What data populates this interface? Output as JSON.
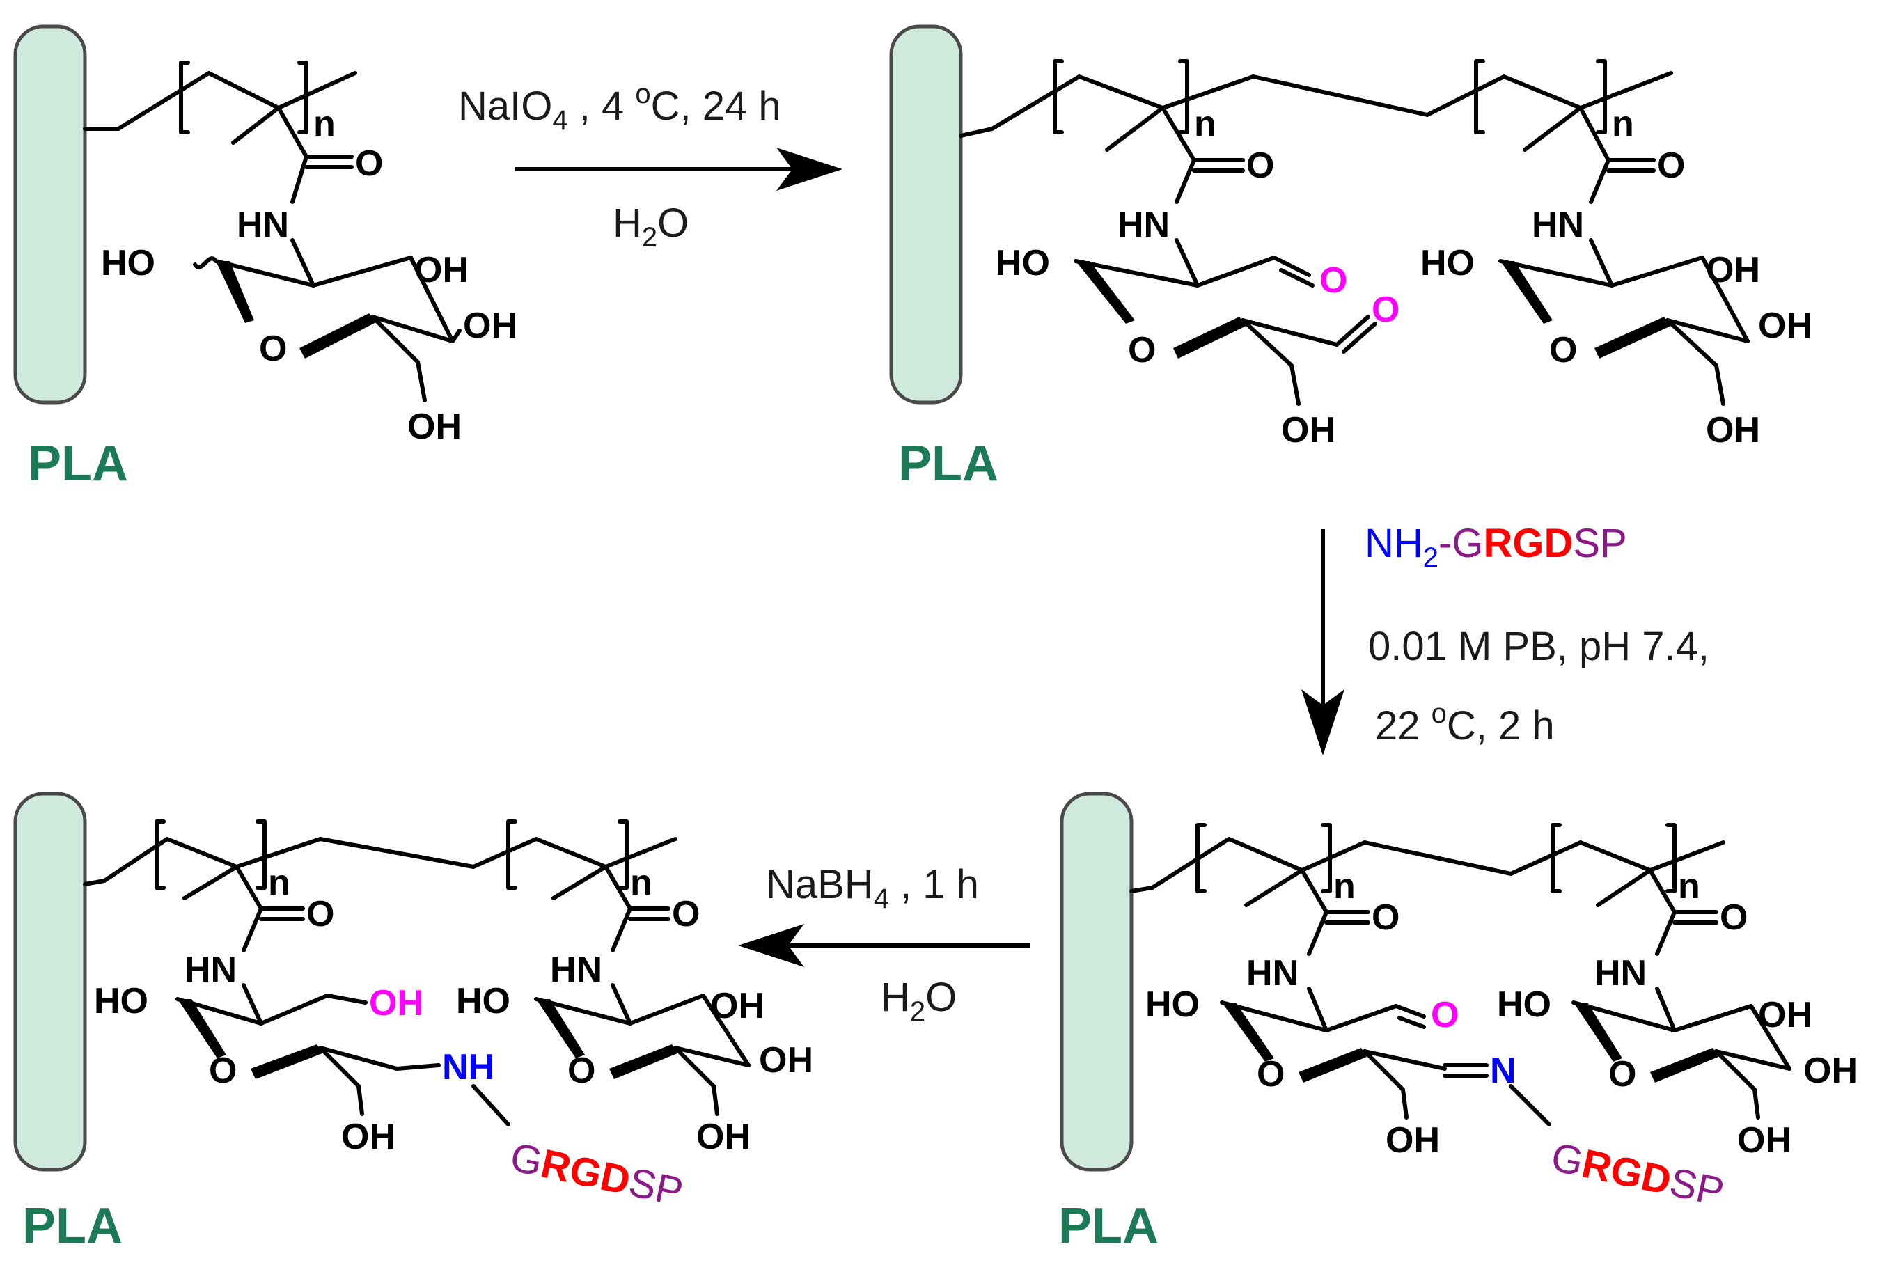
{
  "colors": {
    "support_fill": "#cfe9dc",
    "support_stroke": "#4a4a4a",
    "pla": "#1d7a57",
    "aldehyde": "#ff00ff",
    "amine": "#0000ff",
    "peptide_g_sp": "#8b1a89",
    "peptide_rgd": "#ff0000"
  },
  "labels": {
    "support": "PLA",
    "repeat": "n",
    "HO": "HO",
    "OH": "OH",
    "HN": "HN",
    "O": "O",
    "NH": "NH",
    "N": "N"
  },
  "step1": {
    "reagent_main": "NaIO",
    "reagent_sub": "4",
    "reagent_rest": " , 4 ",
    "deg": "o",
    "temp_rest": "C, 24 h",
    "solvent_main": "H",
    "solvent_sub": "2",
    "solvent_rest": "O"
  },
  "step2": {
    "peptide_amine": "NH",
    "peptide_amine_sub": "2",
    "peptide_dash": "-G",
    "peptide_core": "RGD",
    "peptide_tail": "SP",
    "buffer": "0.01 M PB, pH 7.4,",
    "temp_main": "22 ",
    "deg": "o",
    "temp_rest": "C, 2 h"
  },
  "step3": {
    "reagent_main": "NaBH",
    "reagent_sub": "4",
    "reagent_rest": " , 1 h",
    "solvent_main": "H",
    "solvent_sub": "2",
    "solvent_rest": "O"
  },
  "peptide_label": {
    "g": "G",
    "core": "RGD",
    "tail": "SP"
  }
}
